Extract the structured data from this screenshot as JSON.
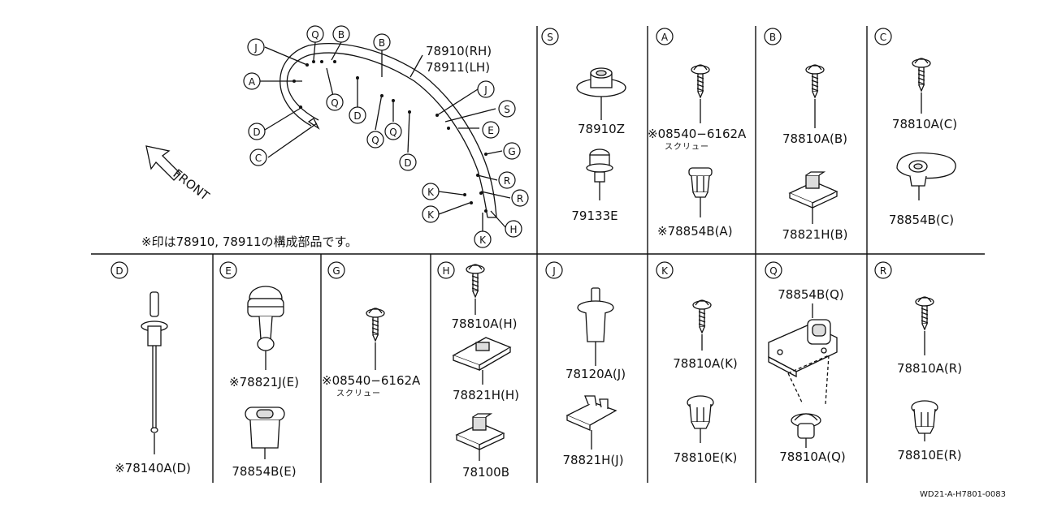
{
  "main_view": {
    "part_label_rh": "78910(RH)",
    "part_label_lh": "78911(LH)",
    "front_label": "FRONT",
    "note": "※印は78910, 78911の構成部品です。",
    "callouts": [
      "J",
      "Q",
      "B",
      "B",
      "A",
      "Q",
      "D",
      "Q",
      "D",
      "J",
      "S",
      "E",
      "G",
      "R",
      "R",
      "K",
      "K",
      "H",
      "K",
      "D",
      "C",
      "Q"
    ]
  },
  "panels": {
    "S": {
      "letter": "S",
      "parts": [
        "78910Z",
        "79133E"
      ]
    },
    "A": {
      "letter": "A",
      "parts": [
        "※08540−6162A",
        "※78854B(A)"
      ],
      "sub": "スクリュー"
    },
    "B": {
      "letter": "B",
      "parts": [
        "78810A(B)",
        "78821H(B)"
      ]
    },
    "C": {
      "letter": "C",
      "parts": [
        "78810A(C)",
        "78854B(C)"
      ]
    },
    "D": {
      "letter": "D",
      "parts": [
        "※78140A(D)"
      ]
    },
    "E": {
      "letter": "E",
      "parts": [
        "※78821J(E)",
        "78854B(E)"
      ]
    },
    "G": {
      "letter": "G",
      "parts": [
        "※08540−6162A"
      ],
      "sub": "スクリュー"
    },
    "H": {
      "letter": "H",
      "parts": [
        "78810A(H)",
        "78821H(H)",
        "78100B"
      ]
    },
    "J": {
      "letter": "J",
      "parts": [
        "78120A(J)",
        "78821H(J)"
      ]
    },
    "K": {
      "letter": "K",
      "parts": [
        "78810A(K)",
        "78810E(K)"
      ]
    },
    "Q": {
      "letter": "Q",
      "parts": [
        "78854B(Q)",
        "78810A(Q)"
      ]
    },
    "R": {
      "letter": "R",
      "parts": [
        "78810A(R)",
        "78810E(R)"
      ]
    }
  },
  "reference": "WD21-A-H7801-0083"
}
